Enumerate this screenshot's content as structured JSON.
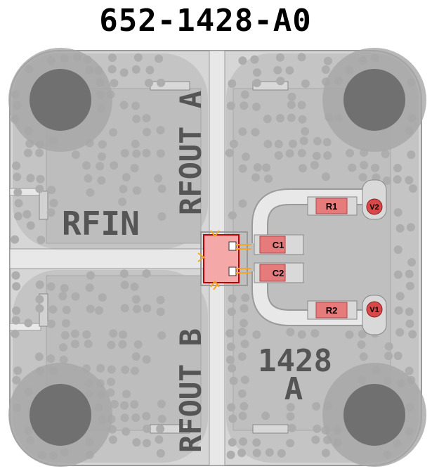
{
  "title": "652-1428-A0",
  "labels": {
    "rfin": "RFIN",
    "rfout_a": "RFOUT A",
    "rfout_b": "RFOUT B",
    "part_number": "1428",
    "part_rev": "A"
  },
  "components": {
    "c1": "C1",
    "c2": "C2",
    "r1": "R1",
    "r2": "R2",
    "v1": "V1",
    "v2": "V2"
  },
  "colors": {
    "board": "#d4d4d4",
    "copper": "#c2c2c2",
    "trace": "#e6e6e6",
    "via": "#a9a9a9",
    "mount_ring": "#a3a3a3",
    "mount_hole": "#6f6f6f",
    "pad_red": "#e67b7b",
    "ic_pink": "#f4a8a8",
    "marker_orange": "#f5a623"
  }
}
